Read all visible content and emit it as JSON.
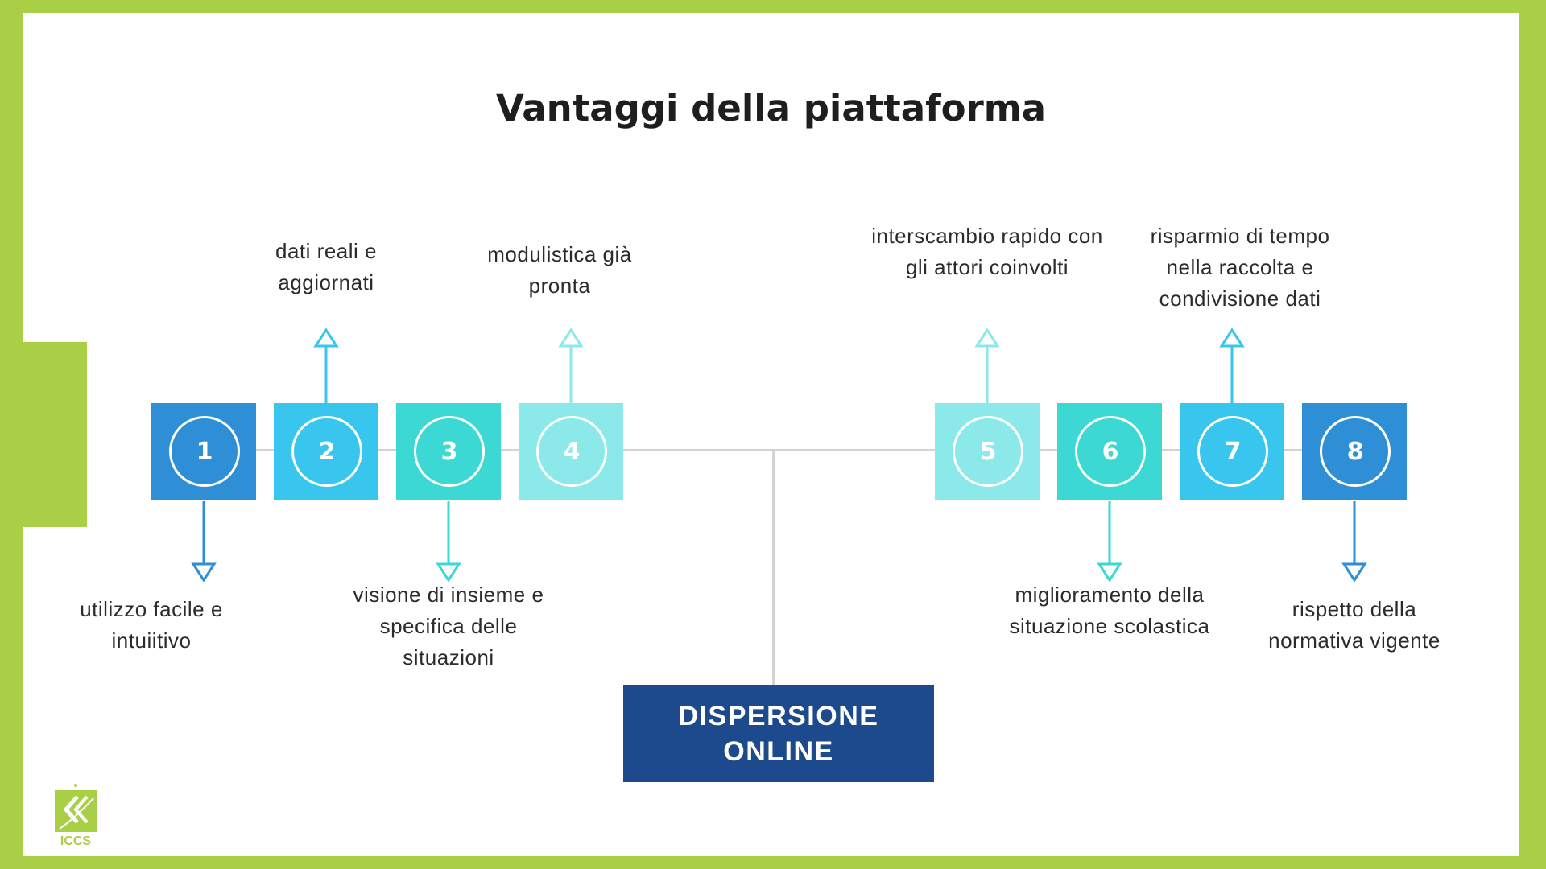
{
  "title": "Vantaggi della piattaforma",
  "center_label": "DISPERSIONE ONLINE",
  "logo_text": "ICCS",
  "colors": {
    "frame": "#a8cf45",
    "center_box": "#1d4a8c",
    "connector": "#d3d3d3"
  },
  "steps": [
    {
      "number": "1",
      "color": "#2e8fd6",
      "label": "utilizzo facile e intuiitivo",
      "direction": "down"
    },
    {
      "number": "2",
      "color": "#38c6ef",
      "label": "dati reali e aggiornati",
      "direction": "up"
    },
    {
      "number": "3",
      "color": "#3cd8d4",
      "label": "visione di insieme e specifica delle situazioni",
      "direction": "down"
    },
    {
      "number": "4",
      "color": "#8ce9ea",
      "label": "modulistica già pronta",
      "direction": "up"
    },
    {
      "number": "5",
      "color": "#8ce9ea",
      "label": "interscambio rapido con gli attori coinvolti",
      "direction": "up"
    },
    {
      "number": "6",
      "color": "#3cd8d4",
      "label": "miglioramento della situazione scolastica",
      "direction": "down"
    },
    {
      "number": "7",
      "color": "#38c6ef",
      "label": "risparmio di tempo nella raccolta e condivisione dati",
      "direction": "up"
    },
    {
      "number": "8",
      "color": "#2e8fd6",
      "label": "rispetto della normativa vigente",
      "direction": "down"
    }
  ]
}
